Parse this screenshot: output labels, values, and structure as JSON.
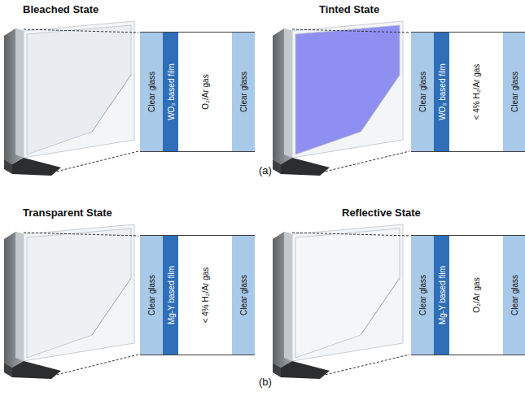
{
  "diagram": {
    "nodes": [
      {
        "text": [
          "Clear glass"
        ]
      },
      {
        "text": [
          "WO₃ based film"
        ]
      },
      {
        "text": [
          "O₂/Ar gas"
        ]
      },
      {
        "text": [
          "Clear glass"
        ]
      },
      {
        "text": [
          "Clear glass"
        ]
      },
      {
        "text": [
          "WO₃ based film"
        ]
      },
      {
        "text": [
          "< 4% H₂/Ar gas"
        ]
      },
      {
        "text": [
          "Clear glass"
        ]
      },
      {
        "text": [
          "Clear glass"
        ]
      },
      {
        "text": [
          "Mg-Y based film"
        ]
      },
      {
        "text": [
          "< 4% H₂/Ar gas"
        ]
      },
      {
        "text": [
          "Clear glass"
        ]
      },
      {
        "text": [
          "Clear glass"
        ]
      },
      {
        "text": [
          "Mg-Y based film"
        ]
      },
      {
        "text": [
          "O₂/Ar gas"
        ]
      },
      {
        "text": [
          "Clear glass"
        ]
      }
    ],
    "labels": [
      "Bleached State",
      "Tinted State",
      "(a)",
      "Transparent State",
      "Reflective State",
      "(b)"
    ]
  }
}
